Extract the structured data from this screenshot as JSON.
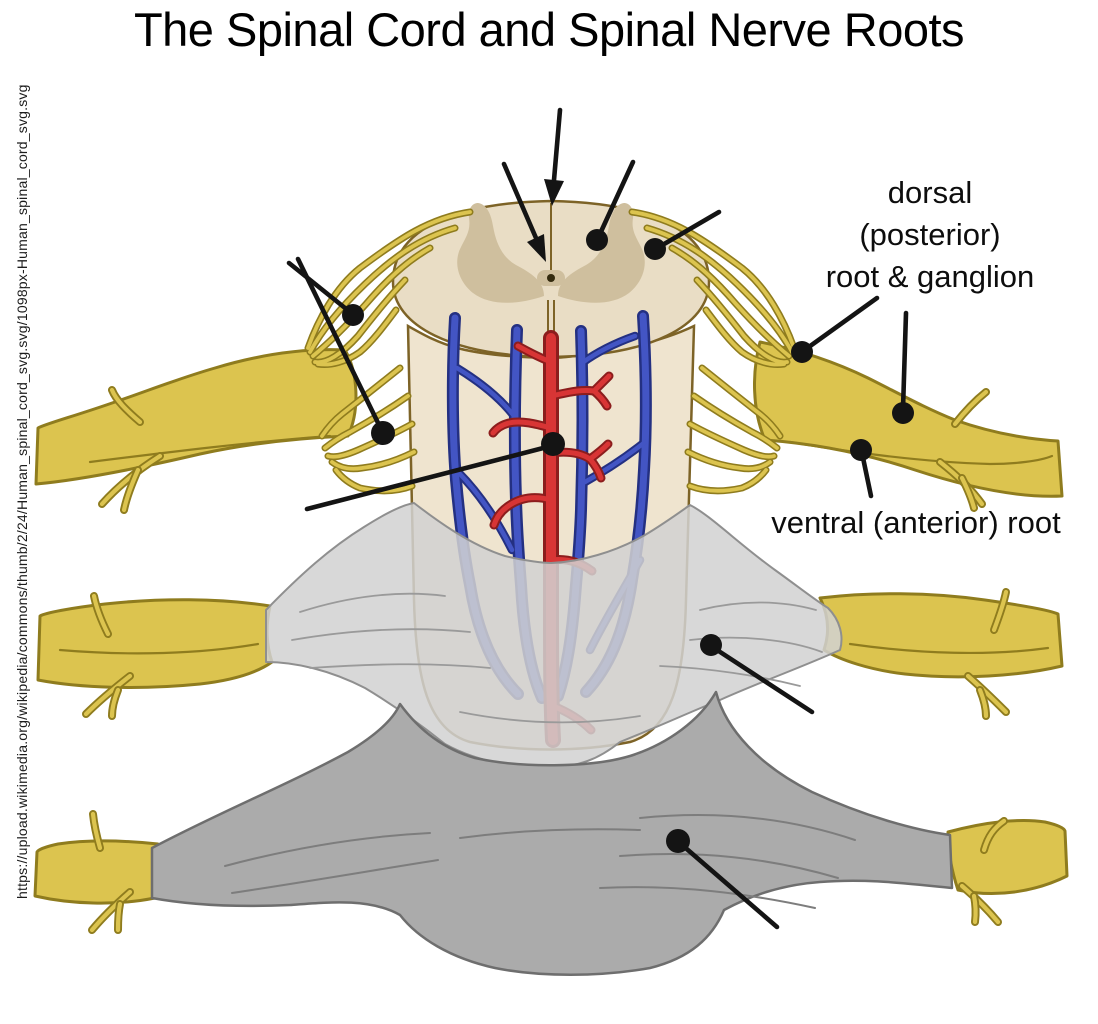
{
  "title": "The Spinal Cord and Spinal Nerve Roots",
  "source_url": "https://upload.wikimedia.org/wikipedia/commons/thumb/2/24/Human_spinal_cord_svg.svg/1098px-Human_spinal_cord_svg.svg",
  "labels": {
    "dorsal_line1": "dorsal",
    "dorsal_line2": "(posterior)",
    "dorsal_line3": "root & ganglion",
    "ventral": "ventral (anterior) root"
  },
  "colors": {
    "nerve-yellow": "#dcc44f",
    "nerve-outline": "#8f7c1e",
    "cord-beige": "#e9ddc5",
    "cord-front": "#efe4cf",
    "gray-matter": "#cfbf9e",
    "cord-outline": "#7d6327",
    "artery-red": "#d83535",
    "artery-outline": "#8c1d1d",
    "vein-blue": "#4355c4",
    "vein-outline": "#243082",
    "arachnoid-gray": "#d2d2d2",
    "arachnoid-outline": "#8f8f8f",
    "dura-gray": "#ababab",
    "dura-outline": "#6e6e6e",
    "pointer-black": "#141414"
  }
}
